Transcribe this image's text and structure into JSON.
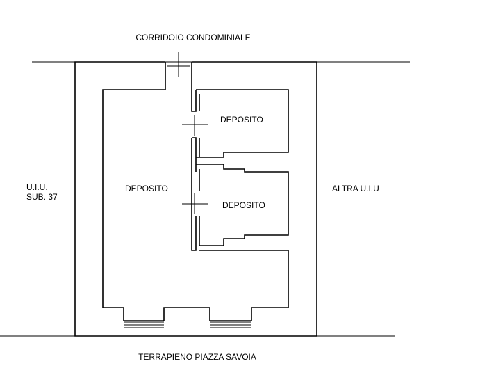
{
  "labels": {
    "corridor": "CORRIDOIO CONDOMINIALE",
    "left_unit_line1": "U.I.U.",
    "left_unit_line2": "SUB. 37",
    "right_unit": "ALTRA U.I.U",
    "bottom": "TERRAPIENO PIAZZA SAVOIA",
    "room_main": "DEPOSITO",
    "room_top": "DEPOSITO",
    "room_mid": "DEPOSITO"
  }
}
